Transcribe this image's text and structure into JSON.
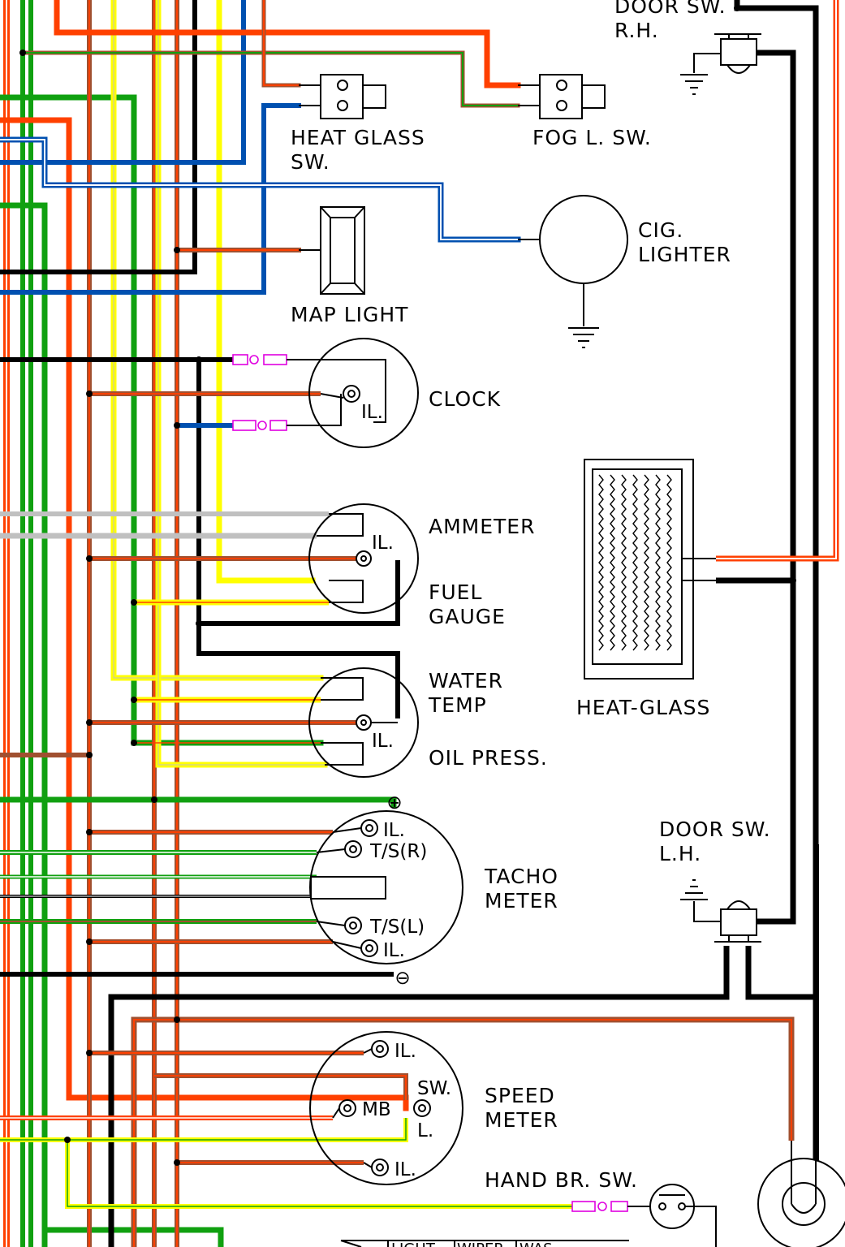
{
  "colors": {
    "black": "#000000",
    "red": "#ff4000",
    "green": "#10a010",
    "blue": "#0050b0",
    "yellow": "#ffff00",
    "brown": "#a05030",
    "grey": "#c0c0c0",
    "connector": "#e000e0"
  },
  "components": {
    "door_sw_rh": {
      "line1": "DOOR SW.",
      "line2": "R.H."
    },
    "heat_glass_sw": {
      "line1": "HEAT GLASS",
      "line2": "SW."
    },
    "fog_sw": {
      "label": "FOG L. SW."
    },
    "cig_lighter": {
      "line1": "CIG.",
      "line2": "LIGHTER"
    },
    "map_light": {
      "label": "MAP LIGHT"
    },
    "clock": {
      "label": "CLOCK",
      "il": "IL."
    },
    "ammeter": {
      "label": "AMMETER",
      "il": "IL."
    },
    "fuel_gauge": {
      "line1": "FUEL",
      "line2": "GAUGE"
    },
    "water_temp": {
      "line1": "WATER",
      "line2": "TEMP"
    },
    "oil_press": {
      "label": "OIL PRESS.",
      "il": "IL."
    },
    "heat_glass": {
      "label": "HEAT-GLASS"
    },
    "tacho": {
      "line1": "TACHO",
      "line2": "METER",
      "il_top": "IL.",
      "ts_r": "T/S(R)",
      "ts_l": "T/S(L)",
      "il_bottom": "IL.",
      "plus": "⊕",
      "minus": "⊖"
    },
    "door_sw_lh": {
      "line1": "DOOR SW.",
      "line2": "L.H."
    },
    "speedo": {
      "line1": "SPEED",
      "line2": "METER",
      "il_top": "IL.",
      "sw": "SW.",
      "mb": "MB",
      "l": "L.",
      "il_bottom": "IL."
    },
    "hand_brake_sw": {
      "label": "HAND BR. SW."
    },
    "bottom_table": {
      "col1": "LIGHT",
      "col2": "WIPER",
      "col3": "WAS"
    }
  }
}
